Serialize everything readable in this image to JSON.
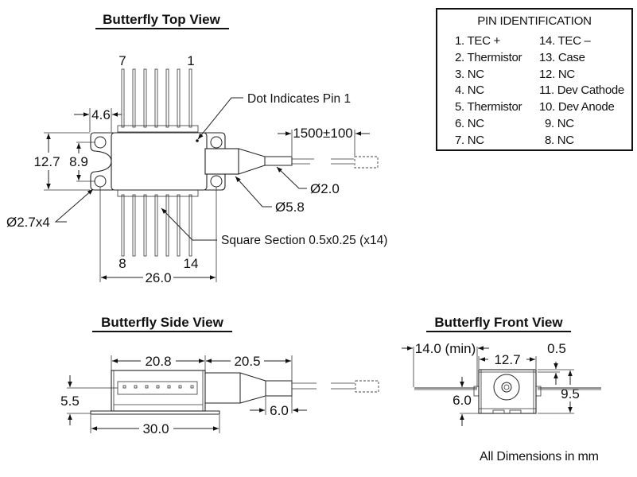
{
  "titles": {
    "top_view": "Butterfly Top View",
    "side_view": "Butterfly Side View",
    "front_view": "Butterfly Front View"
  },
  "top_view": {
    "pin_label_7": "7",
    "pin_label_1": "1",
    "pin_label_8": "8",
    "pin_label_14": "14",
    "dim_tab_width": "4.6",
    "dim_height_outer": "12.7",
    "dim_height_holes": "8.9",
    "dim_length": "26.0",
    "dim_fiber_length": "1500±100",
    "hole_label": "Ø2.7x4",
    "boot_diameter": "Ø5.8",
    "fiber_diameter": "Ø2.0",
    "pin1_callout": "Dot Indicates Pin 1",
    "pin_section_callout": "Square Section 0.5x0.25 (x14)"
  },
  "side_view": {
    "dim_body_length": "20.8",
    "dim_boot_length": "20.5",
    "dim_height": "5.5",
    "dim_base_length": "30.0",
    "dim_fiber_tube": "6.0"
  },
  "front_view": {
    "dim_flange_span": "14.0 (min)",
    "dim_width": "12.7",
    "dim_top_offset": "0.5",
    "dim_height": "9.5",
    "dim_pin_height": "6.0"
  },
  "pin_identification": {
    "title": "PIN IDENTIFICATION",
    "left": [
      "1. TEC +",
      "2. Thermistor",
      "3. NC",
      "4. NC",
      "5. Thermistor",
      "6. NC",
      "7. NC"
    ],
    "right": [
      "14. TEC –",
      "13. Case",
      "12. NC",
      "11. Dev Cathode",
      "10. Dev Anode",
      "9. NC",
      "8. NC"
    ]
  },
  "footer": "All Dimensions in mm"
}
